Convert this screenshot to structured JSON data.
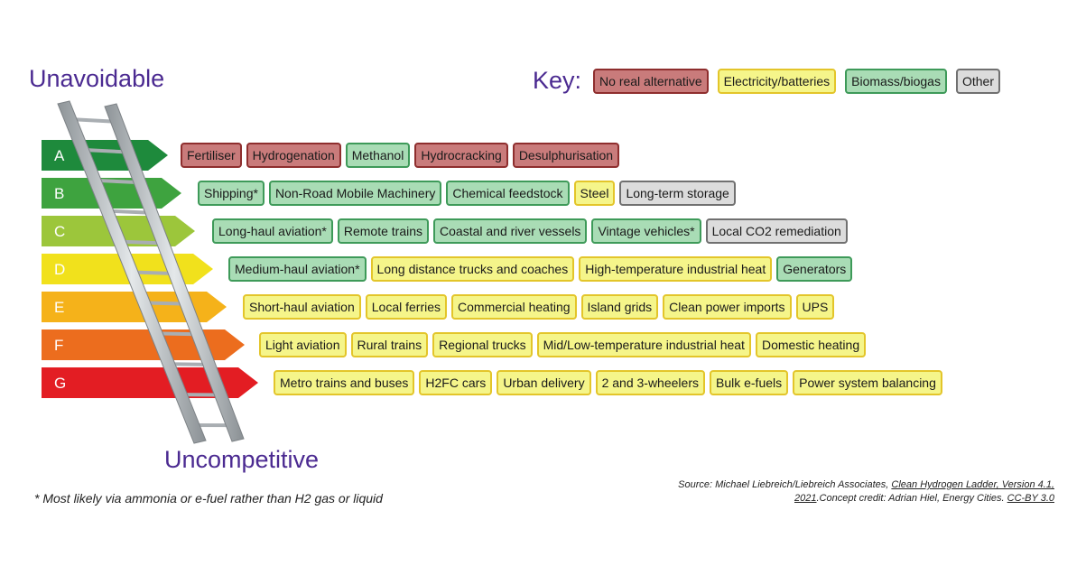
{
  "titles": {
    "top": "Unavoidable",
    "bottom": "Uncompetitive"
  },
  "key": {
    "label": "Key:",
    "items": [
      {
        "text": "No real alternative",
        "color": "red"
      },
      {
        "text": "Electricity/batteries",
        "color": "yellow"
      },
      {
        "text": "Biomass/biogas",
        "color": "green"
      },
      {
        "text": "Other",
        "color": "grey"
      }
    ]
  },
  "colors": {
    "A": "#1e8a3c",
    "B": "#3ea33f",
    "C": "#9cc63b",
    "D": "#f1e11c",
    "E": "#f5b21a",
    "F": "#ec6d1e",
    "G": "#e31d23"
  },
  "rows": [
    {
      "grade": "A",
      "items": [
        {
          "text": "Fertiliser",
          "color": "red"
        },
        {
          "text": "Hydrogenation",
          "color": "red"
        },
        {
          "text": "Methanol",
          "color": "green"
        },
        {
          "text": "Hydrocracking",
          "color": "red"
        },
        {
          "text": "Desulphurisation",
          "color": "red"
        }
      ]
    },
    {
      "grade": "B",
      "items": [
        {
          "text": "Shipping*",
          "color": "green"
        },
        {
          "text": "Non-Road Mobile Machinery",
          "color": "green"
        },
        {
          "text": "Chemical feedstock",
          "color": "green"
        },
        {
          "text": "Steel",
          "color": "yellow"
        },
        {
          "text": "Long-term storage",
          "color": "grey"
        }
      ]
    },
    {
      "grade": "C",
      "items": [
        {
          "text": "Long-haul aviation*",
          "color": "green"
        },
        {
          "text": "Remote trains",
          "color": "green"
        },
        {
          "text": "Coastal and river vessels",
          "color": "green"
        },
        {
          "text": "Vintage vehicles*",
          "color": "green"
        },
        {
          "text": "Local CO2 remediation",
          "color": "grey"
        }
      ]
    },
    {
      "grade": "D",
      "items": [
        {
          "text": "Medium-haul aviation*",
          "color": "green"
        },
        {
          "text": "Long distance trucks and coaches",
          "color": "yellow"
        },
        {
          "text": "High-temperature industrial heat",
          "color": "yellow"
        },
        {
          "text": "Generators",
          "color": "green"
        }
      ]
    },
    {
      "grade": "E",
      "items": [
        {
          "text": "Short-haul aviation",
          "color": "yellow"
        },
        {
          "text": "Local ferries",
          "color": "yellow"
        },
        {
          "text": "Commercial heating",
          "color": "yellow"
        },
        {
          "text": "Island grids",
          "color": "yellow"
        },
        {
          "text": "Clean power imports",
          "color": "yellow"
        },
        {
          "text": "UPS",
          "color": "yellow"
        }
      ]
    },
    {
      "grade": "F",
      "items": [
        {
          "text": "Light aviation",
          "color": "yellow"
        },
        {
          "text": "Rural trains",
          "color": "yellow"
        },
        {
          "text": "Regional trucks",
          "color": "yellow"
        },
        {
          "text": "Mid/Low-temperature industrial heat",
          "color": "yellow"
        },
        {
          "text": "Domestic heating",
          "color": "yellow"
        }
      ]
    },
    {
      "grade": "G",
      "items": [
        {
          "text": "Metro trains and buses",
          "color": "yellow"
        },
        {
          "text": "H2FC cars",
          "color": "yellow"
        },
        {
          "text": "Urban delivery",
          "color": "yellow"
        },
        {
          "text": "2 and 3-wheelers",
          "color": "yellow"
        },
        {
          "text": "Bulk e-fuels",
          "color": "yellow"
        },
        {
          "text": "Power system balancing",
          "color": "yellow"
        }
      ]
    }
  ],
  "footnote": "* Most likely via ammonia or e-fuel rather than H2 gas or liquid",
  "source": {
    "prefix": "Source: Michael Liebreich/Liebreich Associates, ",
    "title_link": "Clean Hydrogen Ladder, Version 4.1, 2021",
    "middle": ".Concept credit: Adrian Hiel, Energy Cities. ",
    "license": "CC-BY 3.0"
  }
}
